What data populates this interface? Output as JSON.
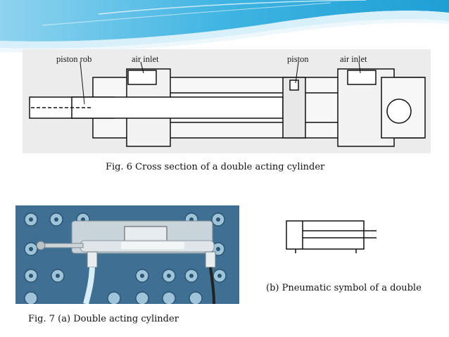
{
  "figure6": {
    "caption": "Fig. 6 Cross section of a double acting cylinder",
    "labels": {
      "piston_rod": "piston rob",
      "air_inlet_left": "air inlet",
      "piston": "piston",
      "air_inlet_right": "air inlet"
    }
  },
  "figure7": {
    "caption_a": "Fig. 7 (a) Double acting cylinder",
    "caption_b": "(b) Pneumatic symbol of a double"
  },
  "colors": {
    "wave_dark": "#1e9fd4",
    "wave_light": "#bfe6f5",
    "photo_bg": "#3f6f93"
  }
}
